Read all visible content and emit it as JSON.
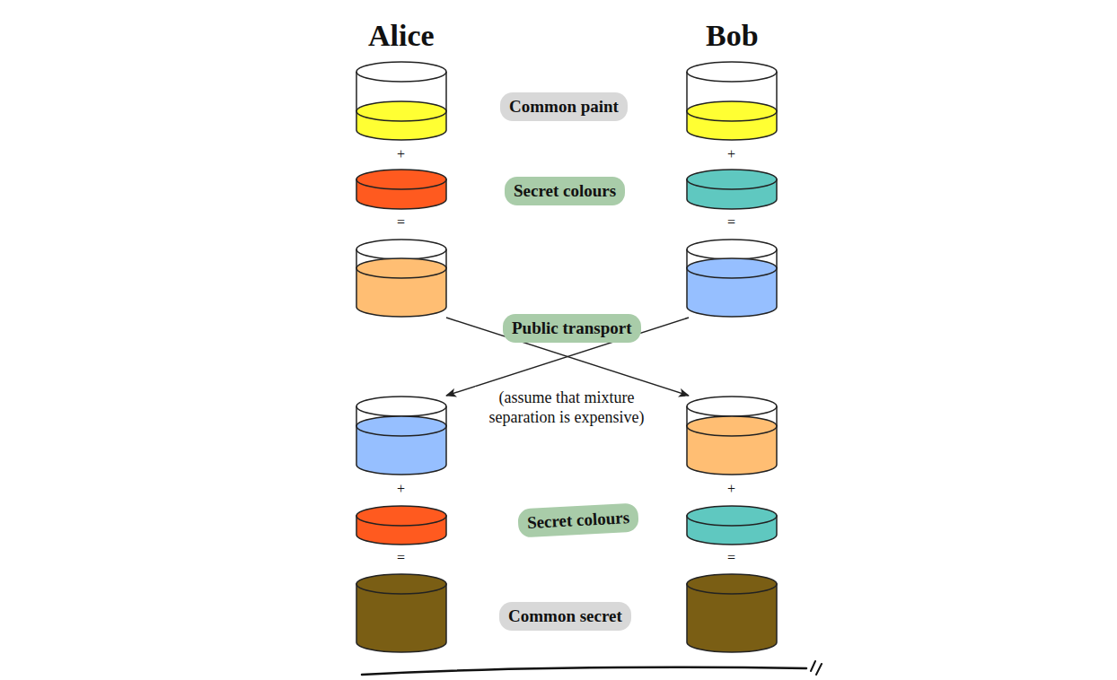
{
  "diagram": {
    "nodes": [
      {
        "text": [
          "Common paint"
        ]
      },
      {
        "text": [
          "Secret colours"
        ]
      },
      {
        "text": [
          "Public transport"
        ]
      },
      {
        "text": [
          "Secret colours"
        ]
      },
      {
        "text": [
          "Common secret"
        ]
      }
    ],
    "labels": [
      "Alice",
      "Bob",
      "+",
      "+",
      "=",
      "=",
      "(assume that mixture separation is expensive)",
      "+",
      "+",
      "=",
      "="
    ]
  }
}
